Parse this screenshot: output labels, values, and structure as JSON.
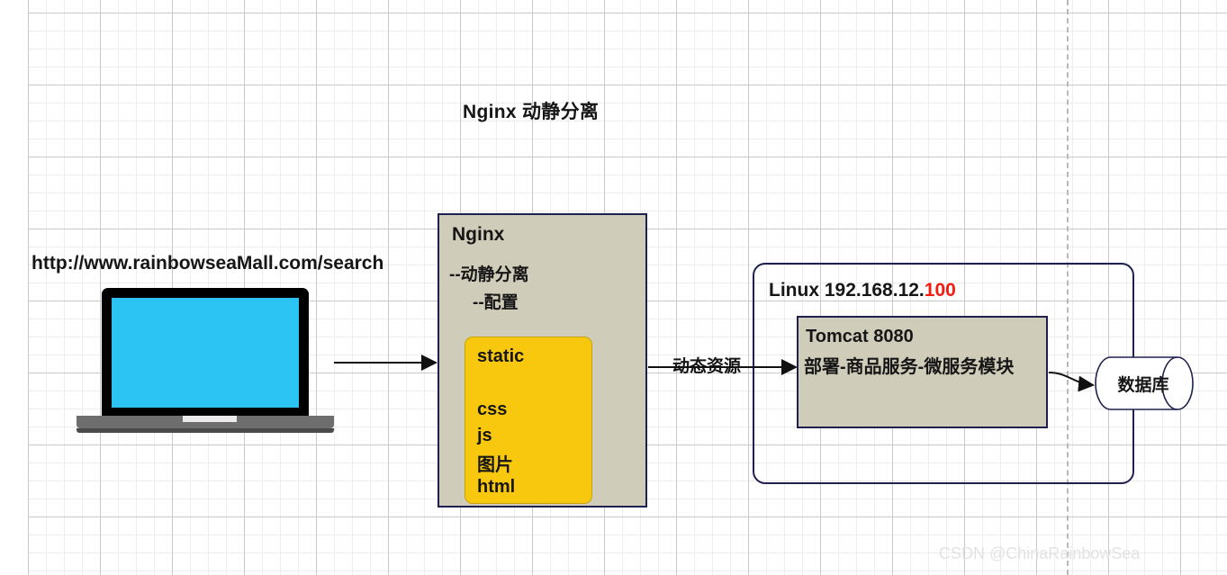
{
  "diagram": {
    "title": "Nginx 动静分离",
    "watermark": "CSDN @ChinaRainbowSea",
    "colors": {
      "box_fill": "#d0ccba",
      "box_border": "#1f2050",
      "static_fill": "#f8c80e",
      "screen": "#2bc4f3",
      "ip_host_accent": "#f41b0f",
      "grid_minor": "#ededed",
      "grid_major": "#c9c9c9",
      "watermark": "#e2e2e4"
    }
  },
  "client": {
    "url": "http://www.rainbowseaMall.com/search",
    "device_icon": "laptop-icon"
  },
  "nginx": {
    "heading": "Nginx",
    "lines": [
      "--动静分离",
      "--配置"
    ],
    "static_block": {
      "heading": "static",
      "items": [
        "css",
        "js",
        "图片",
        "html"
      ]
    }
  },
  "flow": {
    "dynamic_resource_label": "动态资源"
  },
  "server": {
    "label_prefix": "Linux 192.168.12.",
    "label_host": "100",
    "tomcat": {
      "line1": "Tomcat 8080",
      "line2": "部署-商品服务-微服务模块"
    }
  },
  "database": {
    "label": "数据库",
    "shape": "cylinder"
  }
}
